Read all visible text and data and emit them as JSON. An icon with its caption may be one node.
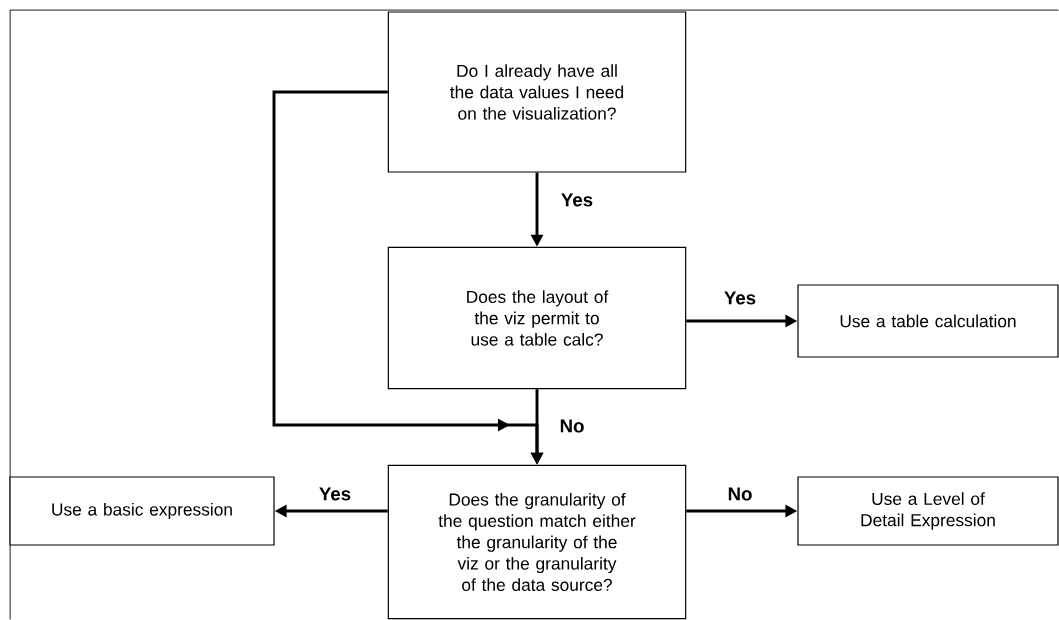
{
  "diagram": {
    "nodes": [
      {
        "text": [
          "Do I already have all the data values I need on the visualization?"
        ]
      },
      {
        "text": [
          "Does the layout of the viz permit to use a table calc?"
        ]
      },
      {
        "text": [
          "Use a table calculation"
        ]
      },
      {
        "text": [
          "Does the granularity of the question match either the granularity of the viz or the granularity of the data source?"
        ]
      },
      {
        "text": [
          "Use a basic expression"
        ]
      },
      {
        "text": [
          "Use a Level of Detail Expression"
        ]
      }
    ],
    "edges": [
      {
        "from": 0,
        "to": 1,
        "arrow": "to",
        "label": "Yes"
      },
      {
        "from": 1,
        "to": 2,
        "arrow": "to",
        "label": "Yes"
      },
      {
        "from": 1,
        "to": 3,
        "arrow": "to",
        "label": "No"
      },
      {
        "from": 0,
        "to": 3,
        "arrow": "to"
      },
      {
        "from": 3,
        "to": 4,
        "arrow": "to",
        "label": "Yes"
      },
      {
        "from": 3,
        "to": 5,
        "arrow": "to",
        "label": "No"
      }
    ]
  }
}
